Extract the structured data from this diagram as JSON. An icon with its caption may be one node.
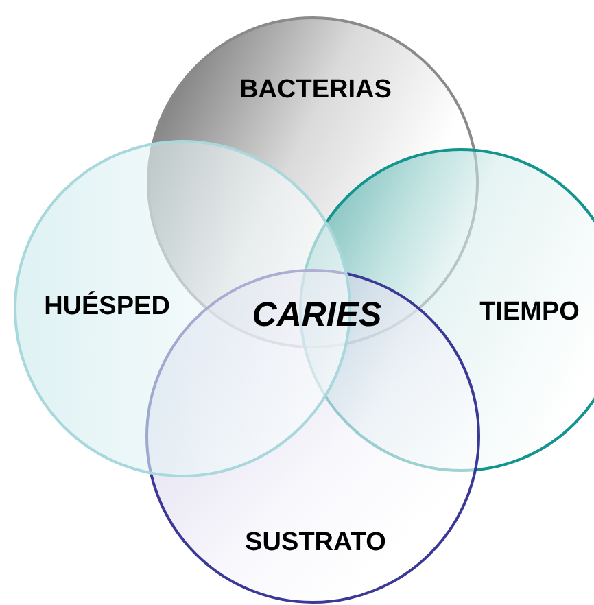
{
  "diagram": {
    "nodes": [
      {
        "text": [
          "BACTERIAS"
        ]
      },
      {
        "text": [
          "TIEMPO"
        ]
      },
      {
        "text": [
          "SUSTRATO"
        ]
      },
      {
        "text": [
          "HUÉSPED"
        ]
      }
    ],
    "labels": [
      "CARIES"
    ]
  }
}
